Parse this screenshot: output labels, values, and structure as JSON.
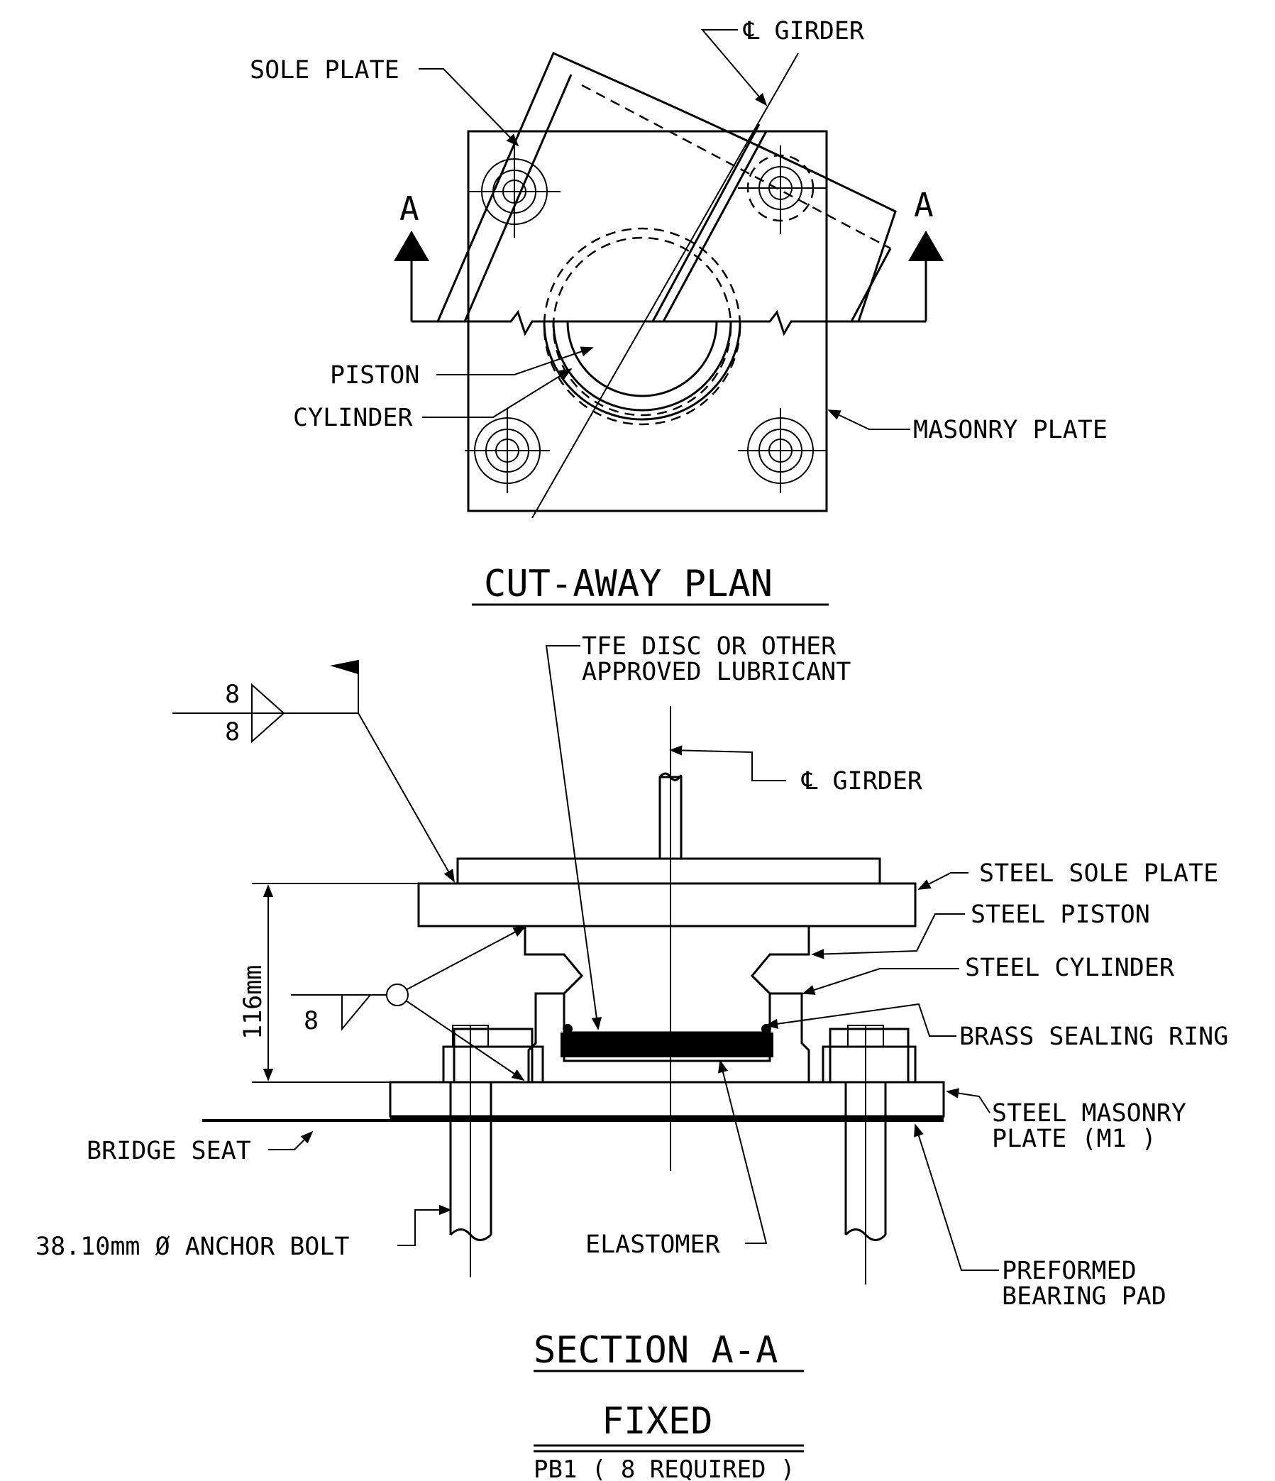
{
  "plan": {
    "cl_girder": "℄ GIRDER",
    "sole_plate": "SOLE PLATE",
    "section_mark": "A",
    "piston": "PISTON",
    "cylinder": "CYLINDER",
    "masonry_plate": "MASONRY PLATE",
    "title": "CUT-AWAY PLAN"
  },
  "section": {
    "tfe_line1": "TFE DISC OR OTHER",
    "tfe_line2": "APPROVED LUBRICANT",
    "weld_top": "8",
    "weld_bottom": "8",
    "weld_side": "8",
    "cl_girder": "℄ GIRDER",
    "steel_sole_plate": "STEEL SOLE PLATE",
    "steel_piston": "STEEL PISTON",
    "steel_cylinder": "STEEL CYLINDER",
    "brass_ring": "BRASS SEALING RING",
    "dimension": "116mm",
    "steel_masonry_line1": "STEEL MASONRY",
    "steel_masonry_line2": "PLATE (M1  )",
    "bridge_seat": "BRIDGE SEAT",
    "anchor_bolt": "38.10mm  Ø ANCHOR BOLT",
    "elastomer": "ELASTOMER",
    "pad_line1": "PREFORMED",
    "pad_line2": "BEARING PAD",
    "title": "SECTION A-A"
  },
  "footer": {
    "title": "FIXED",
    "subtitle": "PB1 ( 8 REQUIRED )"
  }
}
